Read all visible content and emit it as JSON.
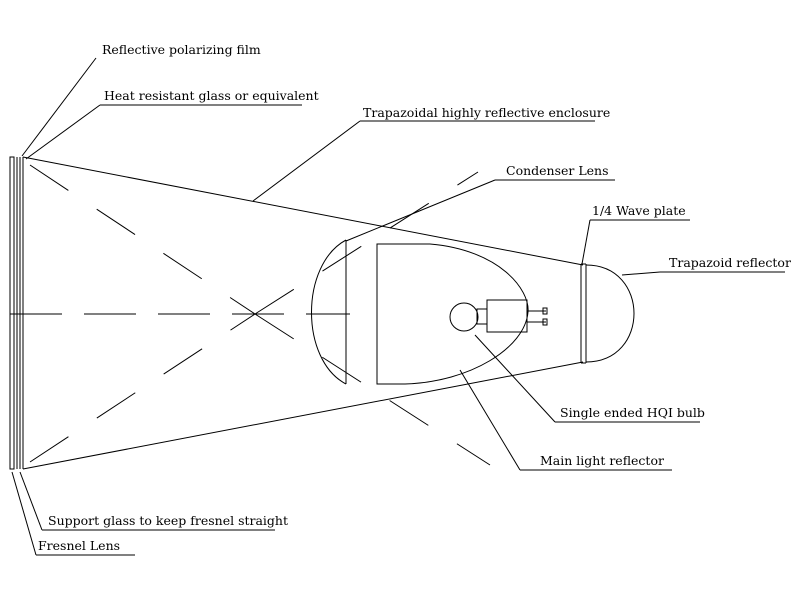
{
  "labels": {
    "reflective_polarizing_film": "Reflective polarizing film",
    "heat_resistant_glass": "Heat resistant glass or equivalent",
    "trapazoidal_enclosure": "Trapazoidal highly reflective enclosure",
    "condenser_lens": "Condenser  Lens",
    "wave_plate": "1/4  Wave plate",
    "trapazoid_reflector": "Trapazoid reflector",
    "hqi_bulb": "Single ended HQI bulb",
    "main_light_reflector": "Main light reflector",
    "support_glass": "Support glass to keep fresnel straight",
    "fresnel_lens": "Fresnel  Lens"
  }
}
